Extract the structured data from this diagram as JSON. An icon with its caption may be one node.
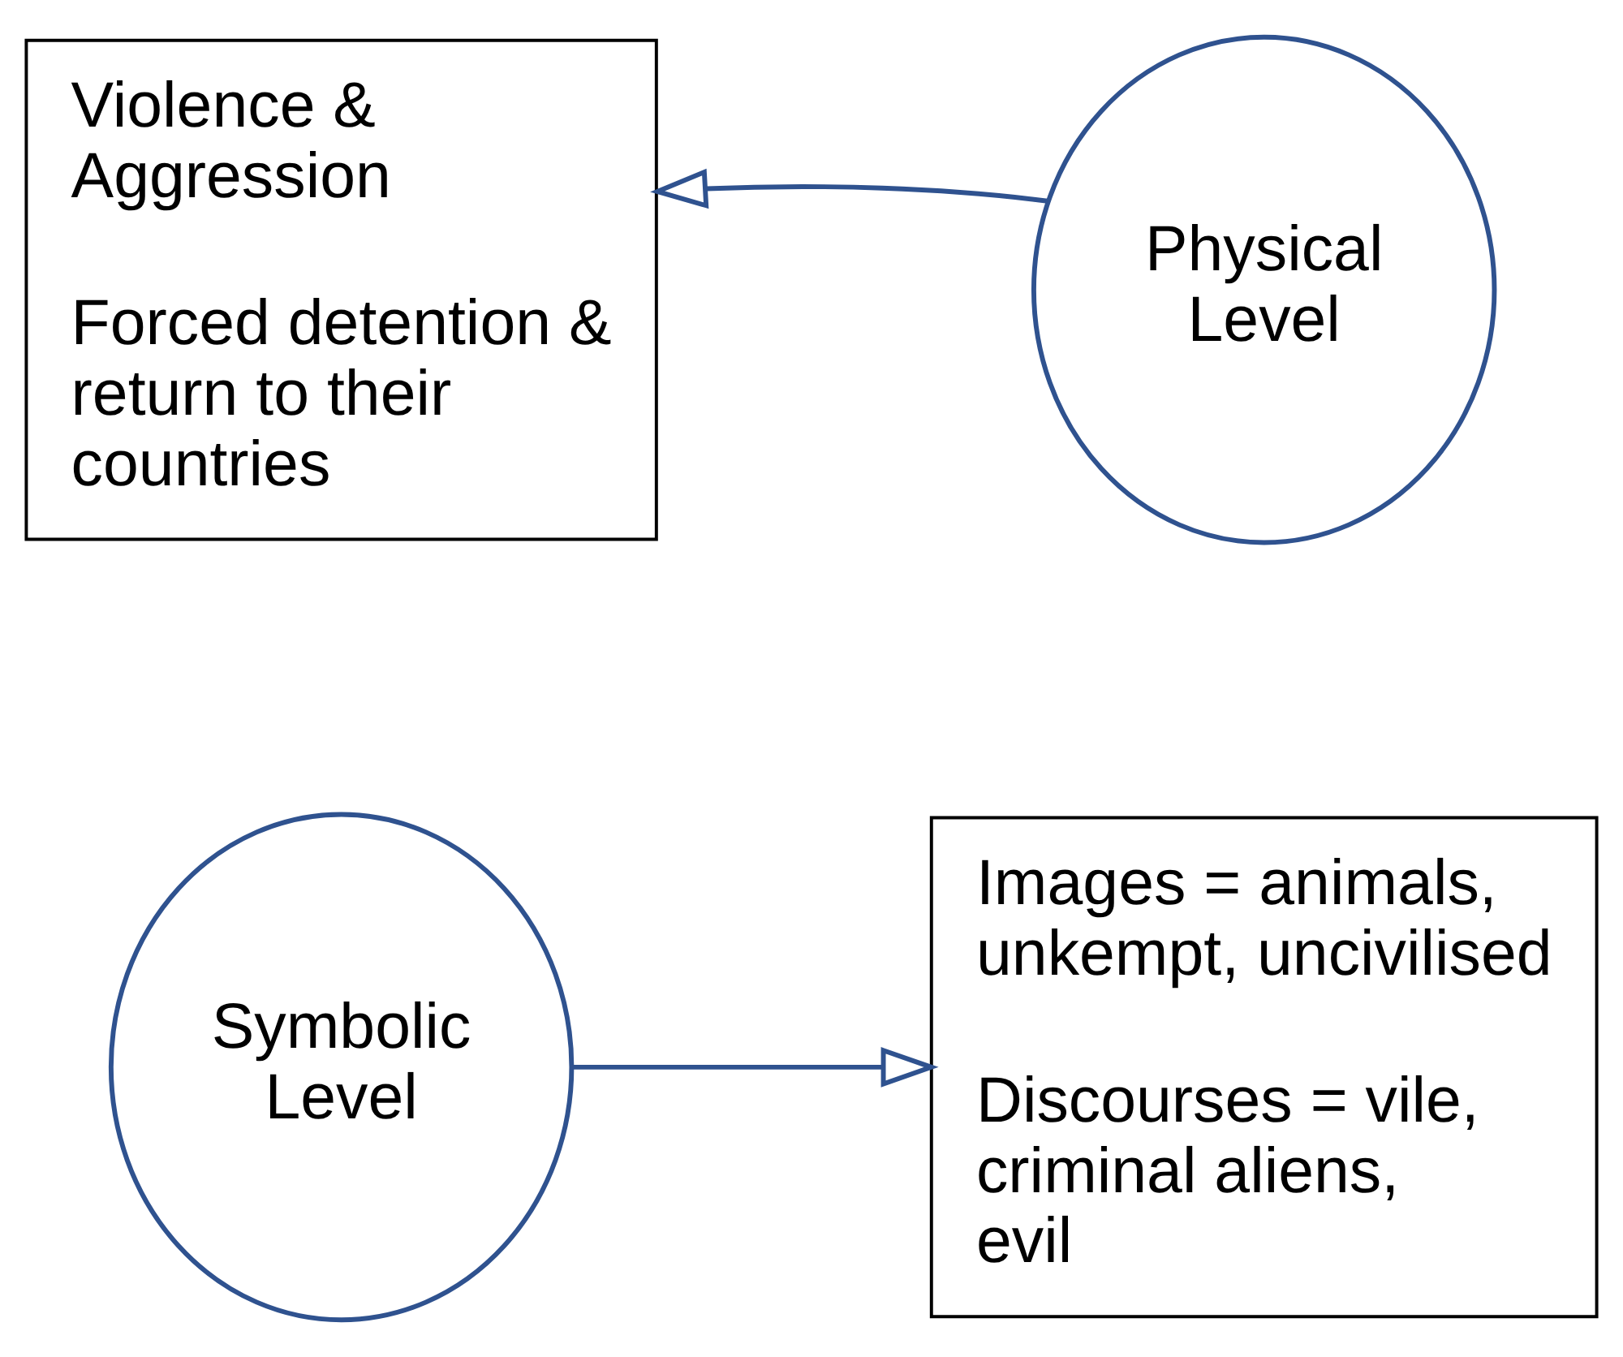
{
  "diagram": {
    "nodes": [
      {
        "text": [
          "Symbolic Level"
        ]
      },
      {
        "text": [
          "Images = animals, unkempt, uncivilised",
          "Discourses = vile, criminal aliens, evil"
        ]
      },
      {
        "text": [
          "Violence & Aggression",
          "Forced detention & return to their countries"
        ]
      },
      {
        "text": [
          "Physical Level"
        ]
      }
    ],
    "edges": [
      {
        "from": 0,
        "to": 1,
        "arrow": "to"
      },
      {
        "from": 3,
        "to": 2,
        "arrow": "to"
      }
    ]
  }
}
